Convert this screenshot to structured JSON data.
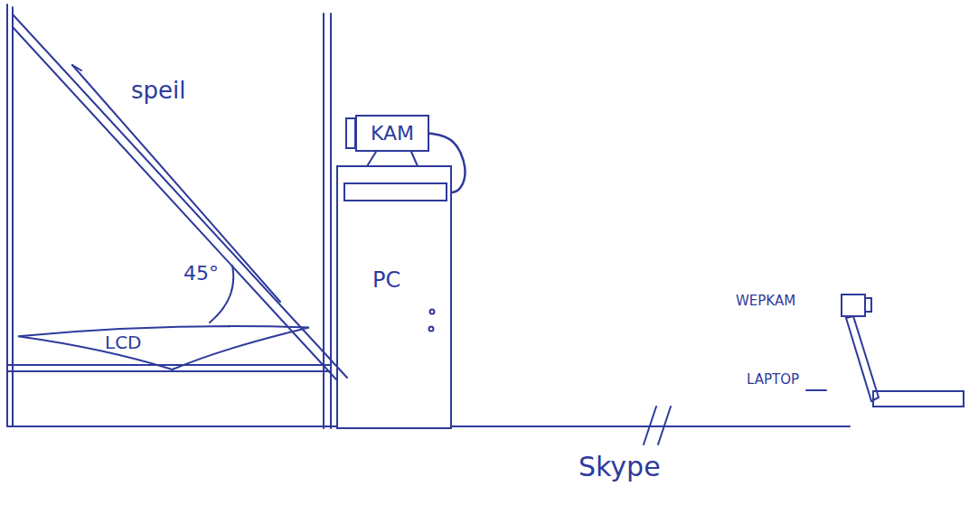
{
  "diagram": {
    "nodes": [
      {
        "text": [
          "KAM"
        ]
      },
      {
        "text": [
          "PC"
        ]
      },
      {
        "text": [
          "LCD"
        ]
      }
    ],
    "edges": [
      {
        "from": 0,
        "to": 1,
        "arrow": "none"
      }
    ],
    "labels": [
      "speil",
      "45°",
      "WEPKAM",
      "LAPTOP",
      "Skype"
    ]
  }
}
